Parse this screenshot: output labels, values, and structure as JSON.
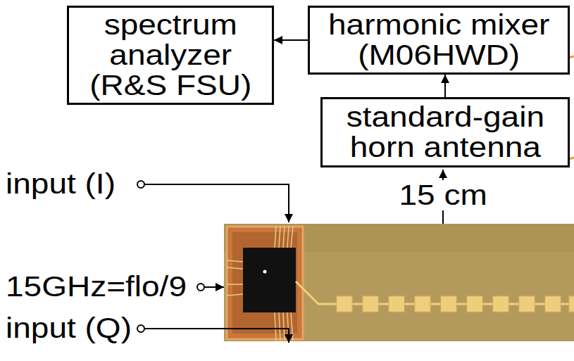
{
  "diagram": {
    "nodes": [
      {
        "text": [
          "spectrum analyzer (R&S FSU)"
        ]
      },
      {
        "text": [
          "harmonic mixer (M06HWD)"
        ]
      },
      {
        "text": [
          "standard-gain horn antenna"
        ]
      }
    ],
    "edges": [
      {
        "from": 1,
        "to": 0,
        "arrow": "to"
      },
      {
        "from": 2,
        "to": 1,
        "arrow": "to"
      }
    ],
    "labels": [
      "15 cm",
      "input (I)",
      "15GHz=flo/9",
      "input (Q)"
    ]
  }
}
